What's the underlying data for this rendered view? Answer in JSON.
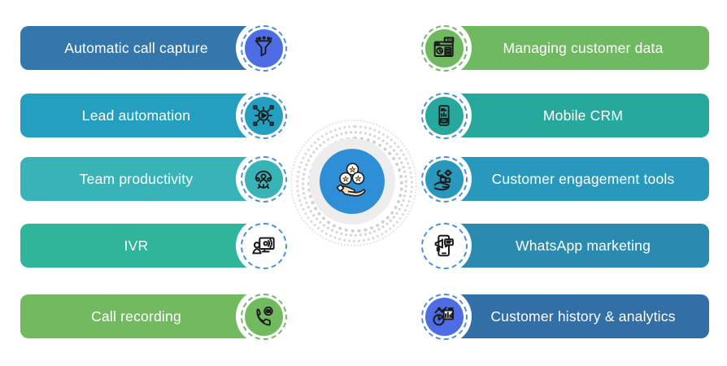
{
  "page": {
    "background": "#ffffff"
  },
  "center": {
    "icon": "hand-stars-icon",
    "circle_color": "#2e8fd6",
    "backing_color": "#ededed",
    "dot_color": "#d6d6d6"
  },
  "features": {
    "left": [
      {
        "label": "Automatic call capture",
        "bar_color": "#3377ad",
        "icon": "call-capture-funnel-icon",
        "icon_bg": "#4e6de4",
        "ring_color": "#4a90e2"
      },
      {
        "label": "Lead automation",
        "bar_color": "#259fc0",
        "icon": "lead-automation-gear-icon",
        "icon_bg": "#259fc0",
        "ring_color": "#4a90e2"
      },
      {
        "label": "Team productivity",
        "bar_color": "#38b3b7",
        "icon": "team-productivity-icon",
        "icon_bg": "#38b3b7",
        "ring_color": "#4a90e2"
      },
      {
        "label": "IVR",
        "bar_color": "#2eb59a",
        "icon": "ivr-agent-icon",
        "icon_bg": "#ffffff",
        "ring_color": "#4a90e2"
      },
      {
        "label": "Call recording",
        "bar_color": "#71ba5f",
        "icon": "call-recording-phone-icon",
        "icon_bg": "#71ba5f",
        "ring_color": "#71ba5f"
      }
    ],
    "right": [
      {
        "label": "Managing customer data",
        "bar_color": "#6fba60",
        "icon": "crm-data-browser-icon",
        "icon_bg": "#6fba60",
        "ring_color": "#6fba60"
      },
      {
        "label": "Mobile CRM",
        "bar_color": "#27a89c",
        "icon": "mobile-crm-phone-icon",
        "icon_bg": "#27a89c",
        "ring_color": "#4a90e2"
      },
      {
        "label": "Customer engagement tools",
        "bar_color": "#2899bd",
        "icon": "engagement-tools-hand-icon",
        "icon_bg": "#2899bd",
        "ring_color": "#4a90e2"
      },
      {
        "label": "WhatsApp marketing",
        "bar_color": "#2a8ab0",
        "icon": "whatsapp-megaphone-icon",
        "icon_bg": "#ffffff",
        "ring_color": "#4a90e2"
      },
      {
        "label": "Customer history & analytics",
        "bar_color": "#326fa7",
        "icon": "history-analytics-chart-icon",
        "icon_bg": "#4e6de4",
        "ring_color": "#4a90e2"
      }
    ]
  }
}
